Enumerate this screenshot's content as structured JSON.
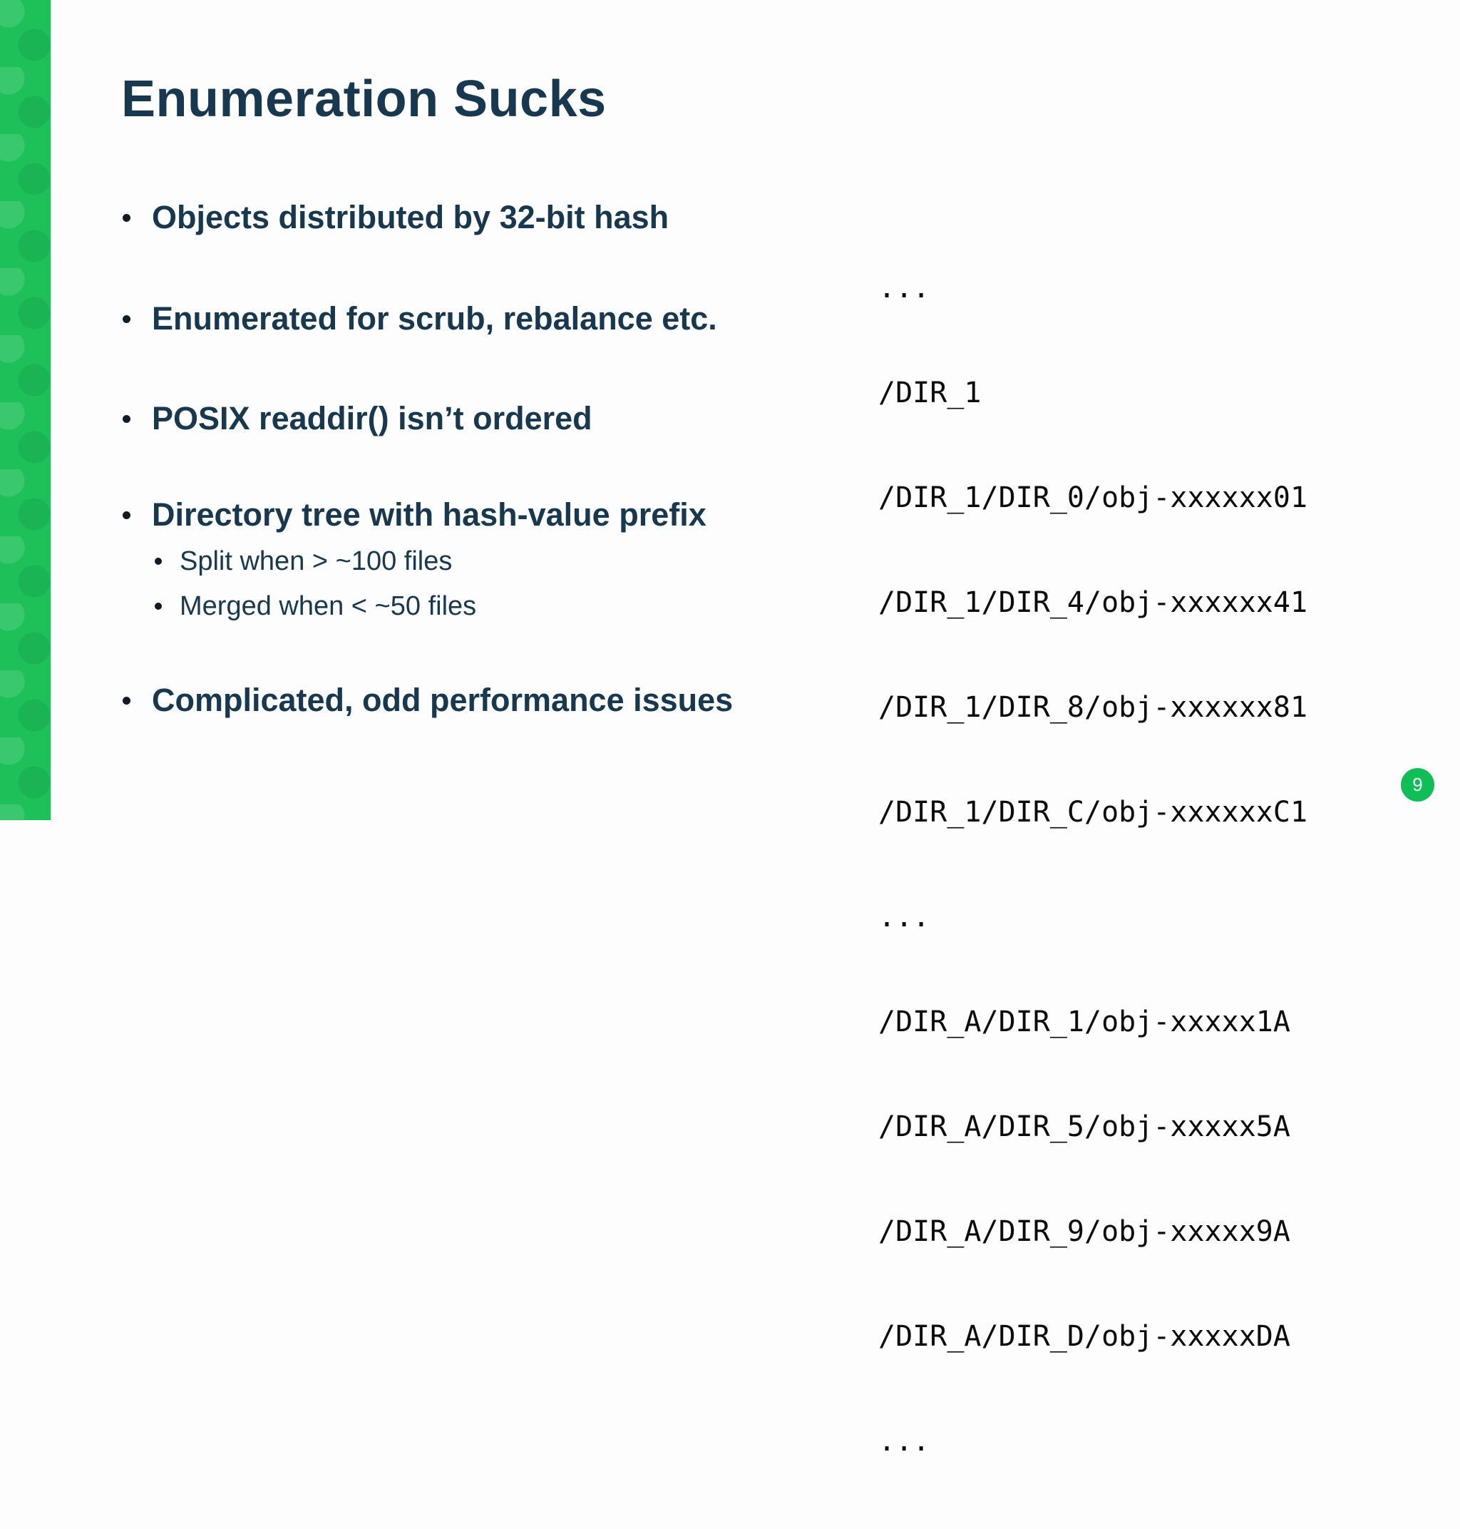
{
  "slide": {
    "title": "Enumeration Sucks",
    "page_number": "9"
  },
  "bullets": [
    {
      "level": 1,
      "text": "Objects distributed by 32-bit hash"
    },
    {
      "level": 1,
      "text": "Enumerated for scrub, rebalance etc."
    },
    {
      "level": 1,
      "text": "POSIX readdir() isn’t ordered"
    },
    {
      "level": 1,
      "text": "Directory tree with hash-value prefix"
    },
    {
      "level": 2,
      "text": "Split when > ~100 files"
    },
    {
      "level": 2,
      "text": "Merged when < ~50 files"
    },
    {
      "level": 1,
      "text": "Complicated, odd performance issues"
    }
  ],
  "code": {
    "lines": [
      "...",
      "/DIR_1",
      "/DIR_1/DIR_0/obj-xxxxxx01",
      "/DIR_1/DIR_4/obj-xxxxxx41",
      "/DIR_1/DIR_8/obj-xxxxxx81",
      "/DIR_1/DIR_C/obj-xxxxxxC1",
      "...",
      "/DIR_A/DIR_1/obj-xxxxx1A",
      "/DIR_A/DIR_5/obj-xxxxx5A",
      "/DIR_A/DIR_9/obj-xxxxx9A",
      "/DIR_A/DIR_D/obj-xxxxxDA",
      "..."
    ]
  },
  "colors": {
    "accent_green": "#1ec05a",
    "badge_green": "#10be58",
    "heading_navy": "#17384e",
    "code_black": "#0b0b0b",
    "background": "#fdfdfe"
  }
}
